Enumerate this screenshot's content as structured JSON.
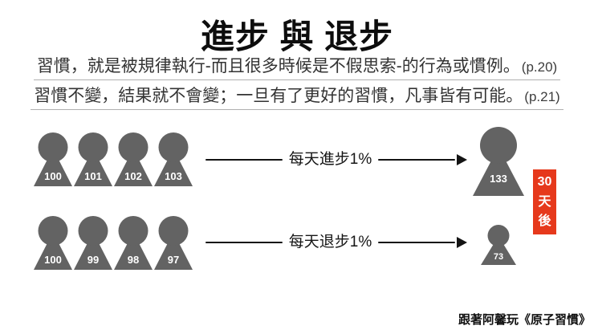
{
  "title": "進步 與 退步",
  "quotes": [
    {
      "text": "習慣，就是被規律執行-而且很多時候是不假思索-的行為或慣例。",
      "ref": "(p.20)"
    },
    {
      "text": "習慣不變，結果就不會變；一旦有了更好的習慣，凡事皆有可能。",
      "ref": "(p.21)"
    }
  ],
  "progress_row": {
    "values": [
      "100",
      "101",
      "102",
      "103"
    ],
    "arrow_label": "每天進步1%",
    "result": "133"
  },
  "decline_row": {
    "values": [
      "100",
      "99",
      "98",
      "97"
    ],
    "arrow_label": "每天退步1%",
    "result": "73"
  },
  "badge": {
    "chars": [
      "30",
      "天",
      "後"
    ]
  },
  "footer": "跟著阿馨玩《原子習慣》",
  "colors": {
    "figure_gray": "#636363",
    "badge_red": "#e6391c",
    "arrow_black": "#141414",
    "underline_gray": "#b0b0b0"
  }
}
